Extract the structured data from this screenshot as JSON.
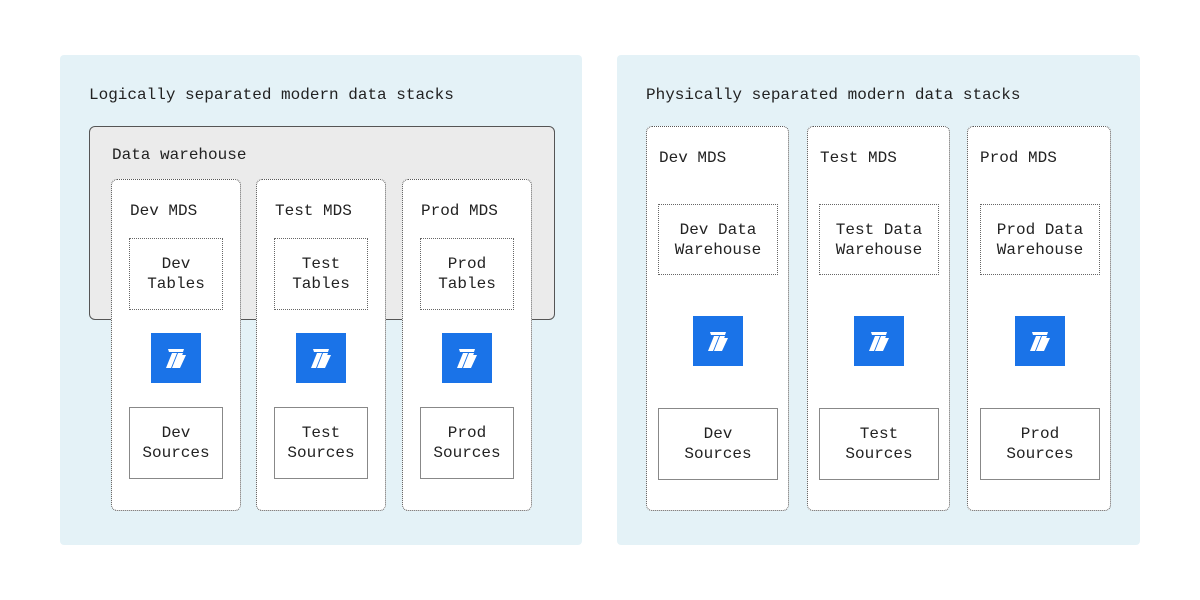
{
  "logical": {
    "title": "Logically separated modern data stacks",
    "warehouse_label": "Data warehouse",
    "columns": [
      {
        "title": "Dev MDS",
        "tables": [
          "Dev",
          "Tables"
        ],
        "sources": [
          "Dev",
          "Sources"
        ]
      },
      {
        "title": "Test MDS",
        "tables": [
          "Test",
          "Tables"
        ],
        "sources": [
          "Test",
          "Sources"
        ]
      },
      {
        "title": "Prod MDS",
        "tables": [
          "Prod",
          "Tables"
        ],
        "sources": [
          "Prod",
          "Sources"
        ]
      }
    ]
  },
  "physical": {
    "title": "Physically separated modern data stacks",
    "columns": [
      {
        "title": "Dev MDS",
        "warehouse": [
          "Dev Data",
          "Warehouse"
        ],
        "sources": [
          "Dev",
          "Sources"
        ]
      },
      {
        "title": "Test MDS",
        "warehouse": [
          "Test Data",
          "Warehouse"
        ],
        "sources": [
          "Test",
          "Sources"
        ]
      },
      {
        "title": "Prod MDS",
        "warehouse": [
          "Prod Data",
          "Warehouse"
        ],
        "sources": [
          "Prod",
          "Sources"
        ]
      }
    ]
  },
  "colors": {
    "panel_bg": "#e4f2f7",
    "warehouse_bg": "#ebebeb",
    "logo_bg": "#1a73e8"
  },
  "icons": {
    "logo": "tool-logo-icon"
  }
}
